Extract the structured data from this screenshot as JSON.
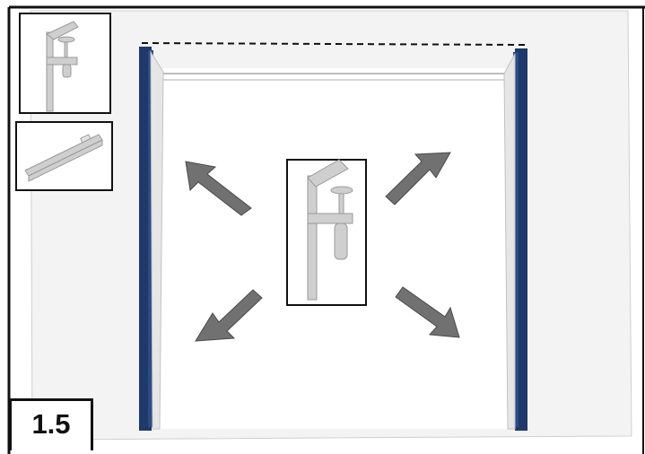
{
  "figure": {
    "step_number": "1.5",
    "tools": [
      "clamp-icon",
      "spirit-level-icon"
    ],
    "center_tool": "clamp-icon",
    "arrow_directions": [
      "up-left",
      "up-right",
      "down-left",
      "down-right"
    ],
    "colors": {
      "frame_blue": "#1f3a6a",
      "wall_gray": "#f2f2f2",
      "arrow_gray": "#707070",
      "line_dark": "#111111"
    }
  }
}
